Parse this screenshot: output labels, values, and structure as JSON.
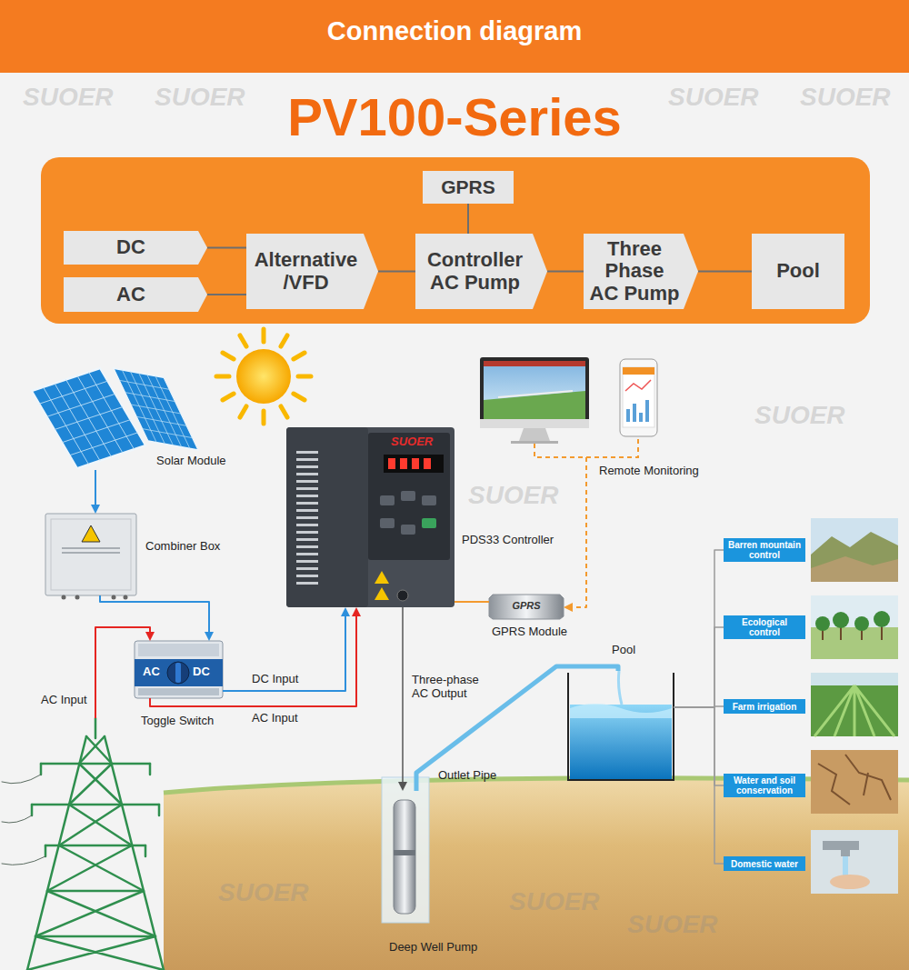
{
  "diagram": {
    "title": "Connection diagram",
    "nodes": [
      {
        "text": [
          "GPRS"
        ]
      },
      {
        "text": [
          "DC"
        ]
      },
      {
        "text": [
          "AC"
        ]
      },
      {
        "text": [
          "Alternative /VFD"
        ]
      },
      {
        "text": [
          "Controller AC Pump"
        ]
      },
      {
        "text": [
          "Three Phase AC Pump"
        ]
      },
      {
        "text": [
          "Pool"
        ]
      },
      {
        "text": [
          "Solar Module"
        ]
      },
      {
        "text": [
          "Combiner Box"
        ]
      },
      {
        "text": [
          "AC Input"
        ]
      },
      {
        "text": [
          "AC",
          "DC",
          "Toggle Switch"
        ]
      },
      {
        "text": [
          "Remote Monitoring"
        ]
      },
      {
        "text": [
          "SUOER",
          "PDS33 Controller"
        ]
      },
      {
        "text": [
          "GPRS",
          "GPRS Module"
        ]
      },
      {
        "text": [
          "Pool"
        ]
      },
      {
        "text": [
          "Deep Well Pump"
        ]
      },
      {
        "text": [
          "Barren mountain control"
        ]
      },
      {
        "text": [
          "Ecological control"
        ]
      },
      {
        "text": [
          "Farm irrigation"
        ]
      },
      {
        "text": [
          "Water and soil conservation"
        ]
      },
      {
        "text": [
          "Domestic water"
        ]
      }
    ],
    "edges": [
      {
        "from": 1,
        "to": 3,
        "arrow": "none"
      },
      {
        "from": 2,
        "to": 3,
        "arrow": "none"
      },
      {
        "from": 3,
        "to": 4,
        "arrow": "none"
      },
      {
        "from": 0,
        "to": 4,
        "arrow": "none"
      },
      {
        "from": 4,
        "to": 5,
        "arrow": "none"
      },
      {
        "from": 5,
        "to": 6,
        "arrow": "none"
      },
      {
        "from": 7,
        "to": 8,
        "arrow": "to"
      },
      {
        "from": 8,
        "to": 10,
        "arrow": "to"
      },
      {
        "from": 9,
        "to": 10,
        "arrow": "to"
      },
      {
        "from": 10,
        "to": 12,
        "label": "DC Input",
        "arrow": "to"
      },
      {
        "from": 10,
        "to": 12,
        "label": "AC Input",
        "arrow": "to"
      },
      {
        "from": 12,
        "to": 15,
        "label": "Three-phase AC Output",
        "arrow": "to"
      },
      {
        "from": 12,
        "to": 13,
        "arrow": "none"
      },
      {
        "from": 11,
        "to": 13,
        "arrow": "to"
      },
      {
        "from": 15,
        "to": 14,
        "label": "Outlet Pipe",
        "arrow": "none"
      },
      {
        "from": 14,
        "to": 16,
        "arrow": "none"
      },
      {
        "from": 14,
        "to": 17,
        "arrow": "none"
      },
      {
        "from": 14,
        "to": 18,
        "arrow": "none"
      },
      {
        "from": 14,
        "to": 19,
        "arrow": "none"
      },
      {
        "from": 14,
        "to": 20,
        "arrow": "none"
      }
    ],
    "labels": [
      "PV100-Series",
      "SUOER",
      "SUOER",
      "SUOER",
      "SUOER",
      "SUOER",
      "SUOER",
      "SUOER",
      "SUOER",
      "SUOER"
    ]
  }
}
